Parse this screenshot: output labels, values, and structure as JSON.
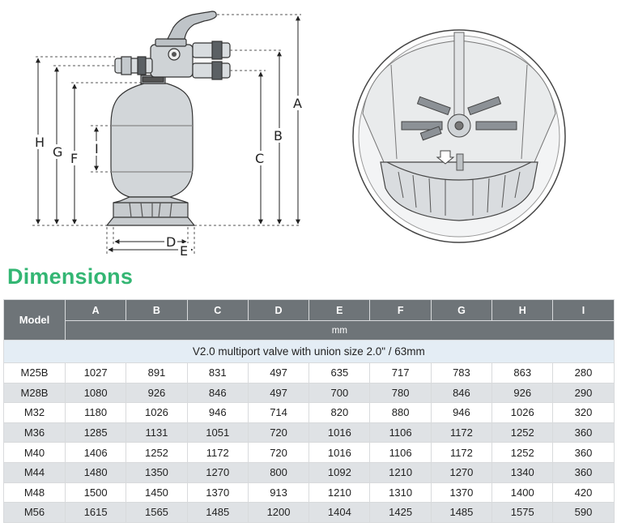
{
  "figure": {
    "left_labels": [
      "H",
      "G",
      "F",
      "I"
    ],
    "right_labels": [
      "A",
      "B",
      "C"
    ],
    "bottom_labels": [
      "D",
      "E"
    ]
  },
  "section_title": "Dimensions",
  "table": {
    "model_header": "Model",
    "columns": [
      "A",
      "B",
      "C",
      "D",
      "E",
      "F",
      "G",
      "H",
      "I"
    ],
    "unit": "mm",
    "caption": "V2.0 multiport valve with union size 2.0\" / 63mm",
    "rows": [
      {
        "model": "M25B",
        "values": [
          "1027",
          "891",
          "831",
          "497",
          "635",
          "717",
          "783",
          "863",
          "280"
        ]
      },
      {
        "model": "M28B",
        "values": [
          "1080",
          "926",
          "846",
          "497",
          "700",
          "780",
          "846",
          "926",
          "290"
        ]
      },
      {
        "model": "M32",
        "values": [
          "1180",
          "1026",
          "946",
          "714",
          "820",
          "880",
          "946",
          "1026",
          "320"
        ]
      },
      {
        "model": "M36",
        "values": [
          "1285",
          "1131",
          "1051",
          "720",
          "1016",
          "1106",
          "1172",
          "1252",
          "360"
        ]
      },
      {
        "model": "M40",
        "values": [
          "1406",
          "1252",
          "1172",
          "720",
          "1016",
          "1106",
          "1172",
          "1252",
          "360"
        ]
      },
      {
        "model": "M44",
        "values": [
          "1480",
          "1350",
          "1270",
          "800",
          "1092",
          "1210",
          "1270",
          "1340",
          "360"
        ]
      },
      {
        "model": "M48",
        "values": [
          "1500",
          "1450",
          "1370",
          "913",
          "1210",
          "1310",
          "1370",
          "1400",
          "420"
        ]
      },
      {
        "model": "M56",
        "values": [
          "1615",
          "1565",
          "1485",
          "1200",
          "1404",
          "1425",
          "1485",
          "1575",
          "590"
        ]
      }
    ]
  }
}
